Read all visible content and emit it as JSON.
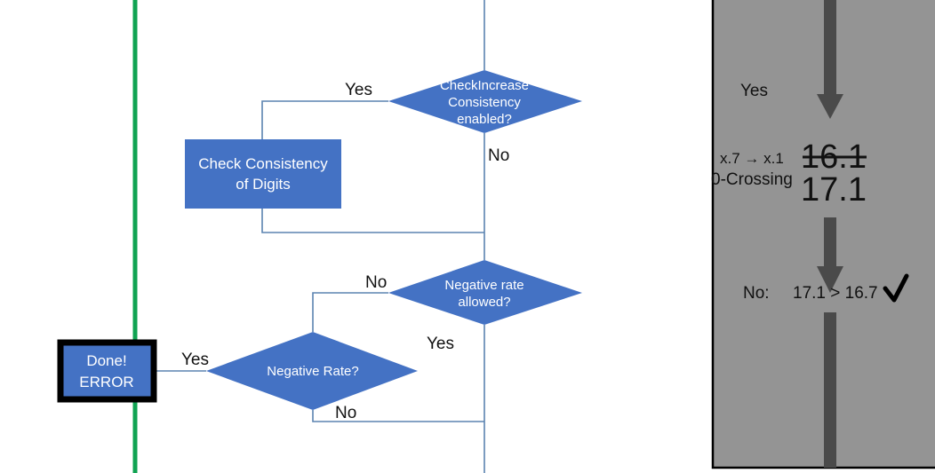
{
  "diagram": {
    "type": "flowchart",
    "nodes": [
      {
        "id": "check-increase-consistency",
        "shape": "diamond",
        "lines": [
          "CheckIncrease",
          "Consistency",
          "enabled?"
        ]
      },
      {
        "id": "check-consistency-of-digits",
        "shape": "process",
        "lines": [
          "Check Consistency",
          "of Digits"
        ]
      },
      {
        "id": "negative-rate-allowed",
        "shape": "diamond",
        "lines": [
          "Negative rate",
          "allowed?"
        ]
      },
      {
        "id": "negative-rate",
        "shape": "diamond",
        "lines": [
          "Negative Rate?"
        ]
      },
      {
        "id": "done-error",
        "shape": "terminator",
        "lines": [
          "Done!",
          "ERROR"
        ]
      }
    ],
    "edge_labels": {
      "increase_yes": "Yes",
      "increase_no": "No",
      "neg_allowed_no": "No",
      "neg_allowed_yes": "Yes",
      "neg_rate_yes": "Yes",
      "neg_rate_no": "No"
    },
    "colors": {
      "node_fill": "#4472c4",
      "connector": "#5b84b1",
      "green_guide": "#10a352",
      "node_text": "#ffffff"
    }
  },
  "panel": {
    "background": "#949494",
    "arrow_color": "#4a4a4a",
    "yes_label": "Yes",
    "rule_label": "x.7 → x.1",
    "crossing_label": "0-Crossing",
    "value_old": "16.1",
    "value_new": "17.1",
    "value_old_struck": true,
    "decision_label": "No:",
    "comparison": "17.1 > 16.7",
    "check_icon": "check-mark-icon"
  }
}
